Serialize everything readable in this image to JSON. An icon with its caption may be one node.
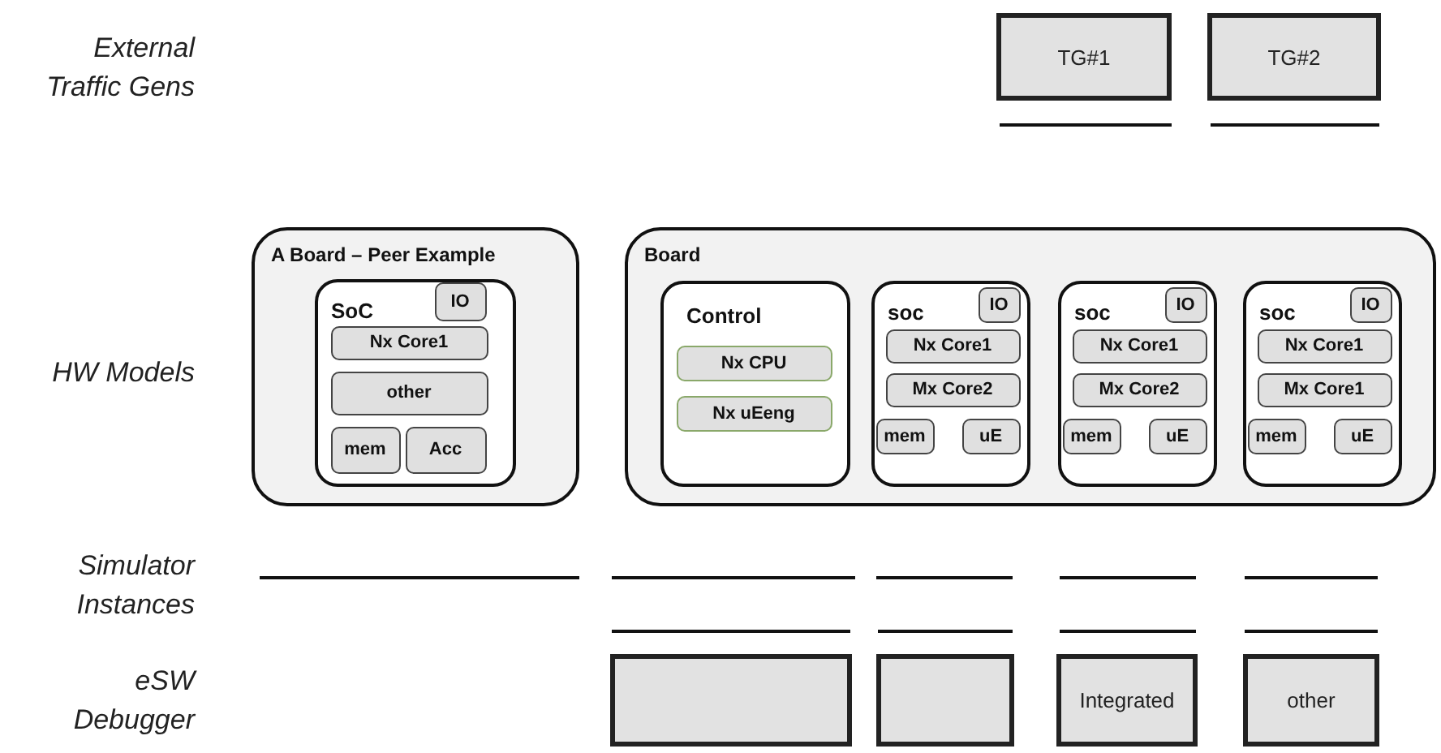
{
  "diagram": {
    "nodes": [
      {
        "text": [
          "TG#1"
        ]
      },
      {
        "text": [
          "TG#2"
        ]
      },
      {
        "text": [
          "A Board – Peer Example"
        ]
      },
      {
        "text": [
          "SoC"
        ],
        "in": 2
      },
      {
        "text": [
          "IO"
        ],
        "in": 3
      },
      {
        "text": [
          "Nx Core1"
        ],
        "in": 3
      },
      {
        "text": [
          "other"
        ],
        "in": 3
      },
      {
        "text": [
          "mem"
        ],
        "in": 3
      },
      {
        "text": [
          "Acc"
        ],
        "in": 3
      },
      {
        "text": [
          "Board"
        ]
      },
      {
        "text": [
          "Control"
        ],
        "in": 9
      },
      {
        "text": [
          "Nx CPU"
        ],
        "in": 10
      },
      {
        "text": [
          "Nx uEeng"
        ],
        "in": 10
      },
      {
        "text": [
          "soc"
        ],
        "in": 9
      },
      {
        "text": [
          "IO"
        ],
        "in": 13
      },
      {
        "text": [
          "Nx Core1"
        ],
        "in": 13
      },
      {
        "text": [
          "Mx Core2"
        ],
        "in": 13
      },
      {
        "text": [
          "mem"
        ],
        "in": 13
      },
      {
        "text": [
          "uE"
        ],
        "in": 13
      },
      {
        "text": [
          "soc"
        ],
        "in": 9
      },
      {
        "text": [
          "IO"
        ],
        "in": 19
      },
      {
        "text": [
          "Nx Core1"
        ],
        "in": 19
      },
      {
        "text": [
          "Mx Core2"
        ],
        "in": 19
      },
      {
        "text": [
          "mem"
        ],
        "in": 19
      },
      {
        "text": [
          "uE"
        ],
        "in": 19
      },
      {
        "text": [
          "soc"
        ],
        "in": 9
      },
      {
        "text": [
          "IO"
        ],
        "in": 25
      },
      {
        "text": [
          "Nx Core1"
        ],
        "in": 25
      },
      {
        "text": [
          "Mx Core1"
        ],
        "in": 25
      },
      {
        "text": [
          "mem"
        ],
        "in": 25
      },
      {
        "text": [
          "uE"
        ],
        "in": 25
      },
      {
        "text": [],
        "shape": "box"
      },
      {
        "text": [],
        "shape": "box"
      },
      {
        "text": [
          "Integrated"
        ]
      },
      {
        "text": [
          "other"
        ]
      }
    ],
    "edges": [],
    "labels": [
      "External Traffic Gens",
      "HW Models",
      "Simulator Instances",
      "eSW Debugger"
    ]
  }
}
